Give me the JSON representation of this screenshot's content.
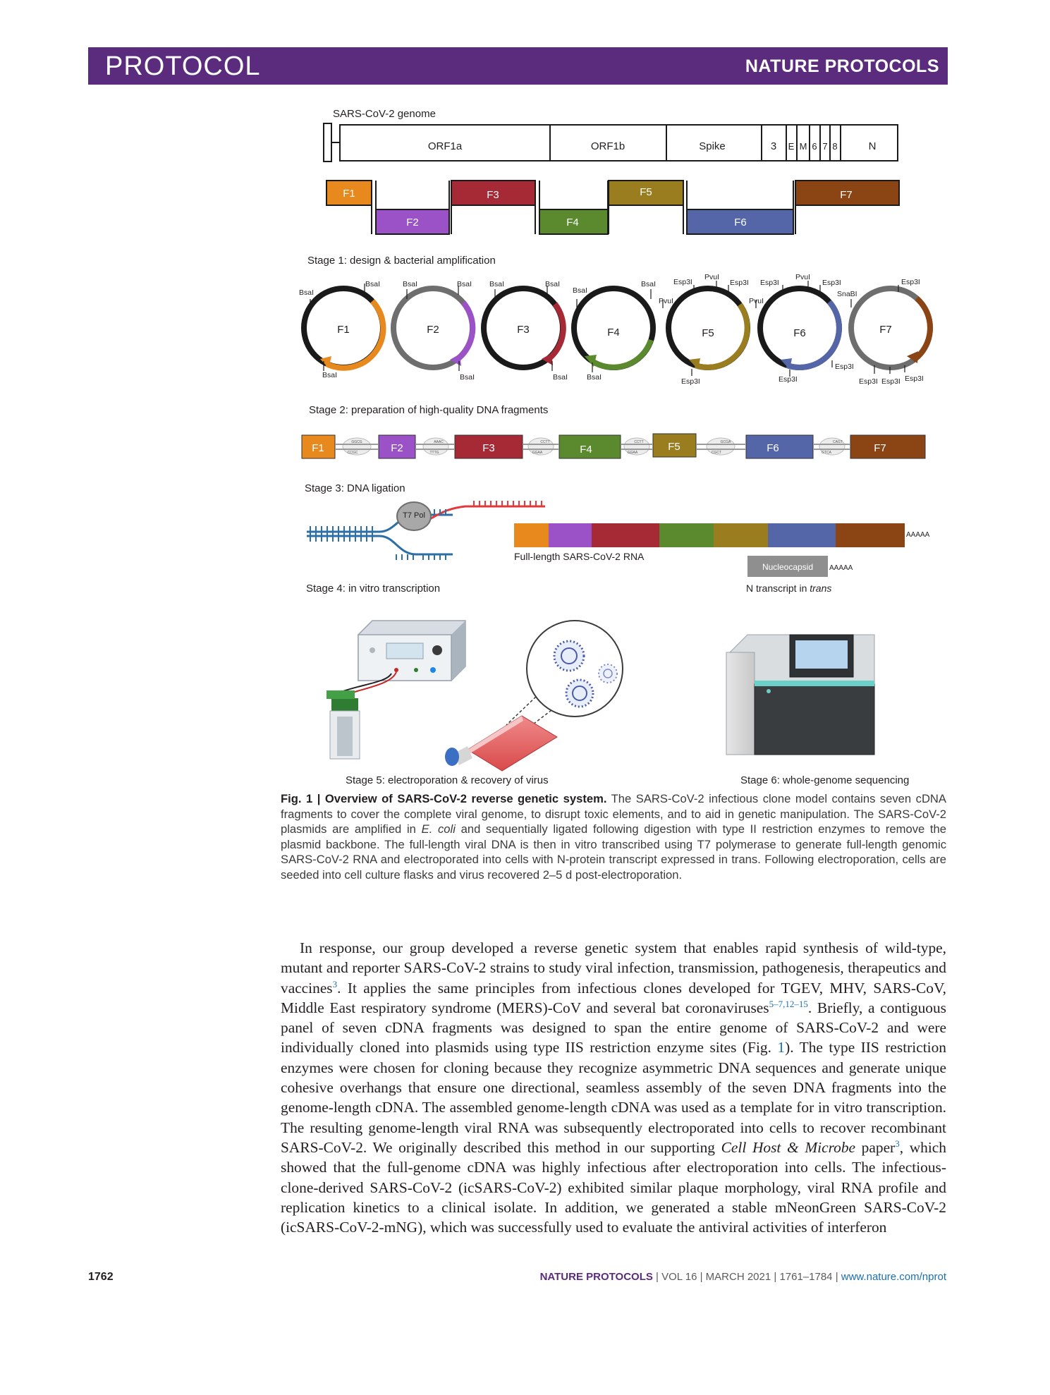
{
  "header": {
    "section": "PROTOCOL",
    "journal": "NATURE PROTOCOLS"
  },
  "figure": {
    "genome_label": "SARS-CoV-2 genome",
    "genome_segments": [
      "ORF1a",
      "ORF1b",
      "Spike",
      "3",
      "E",
      "M",
      "6",
      "7",
      "8",
      "N"
    ],
    "fragments": [
      "F1",
      "F2",
      "F3",
      "F4",
      "F5",
      "F6",
      "F7"
    ],
    "fragment_colors": [
      "#e8891e",
      "#9a52c6",
      "#a52a36",
      "#5b8a2e",
      "#9a7d1e",
      "#5566a8",
      "#8b4515"
    ],
    "stage1": "Stage 1: design & bacterial amplification",
    "stage2": "Stage 2: preparation of high-quality DNA fragments",
    "stage3": "Stage 3: DNA ligation",
    "stage4": "Stage 4: in vitro transcription",
    "stage5": "Stage 5: electroporation & recovery of virus",
    "stage6": "Stage 6: whole-genome sequencing",
    "enzymes": {
      "bsai": "BsaI",
      "esp3i": "Esp3I",
      "pvui": "PvuI",
      "snabi": "SnaBI"
    },
    "t7_pol": "T7 Pol",
    "full_length_rna": "Full-length SARS-CoV-2 RNA",
    "poly_a": "AAAAA",
    "nucleocapsid": "Nucleocapsid",
    "n_transcript_prefix": "N transcript in ",
    "n_transcript_italic": "trans",
    "overhangs": [
      "GGCG",
      "AAAC",
      "CCTT",
      "CCTT",
      "GCGA",
      "CAGT"
    ],
    "overhangs_comp": [
      "CCGC",
      "TTTG",
      "GGAA",
      "GGAA",
      "CGCT",
      "GTCA"
    ]
  },
  "caption": {
    "label": "Fig. 1 | Overview of SARS-CoV-2 reverse genetic system.",
    "text_1": " The SARS-CoV-2 infectious clone model contains seven cDNA fragments to cover the complete viral genome, to disrupt toxic elements, and to aid in genetic manipulation. The SARS-CoV-2 plasmids are amplified in ",
    "italic": "E. coli",
    "text_2": " and sequentially ligated following digestion with type II restriction enzymes to remove the plasmid backbone. The full-length viral DNA is then in vitro transcribed using T7 polymerase to generate full-length genomic SARS-CoV-2 RNA and electroporated into cells with N-protein transcript expressed in trans. Following electroporation, cells are seeded into cell culture flasks and virus recovered 2–5 d post-electroporation."
  },
  "body": {
    "p1": "In response, our group developed a reverse genetic system that enables rapid synthesis of wild-type, mutant and reporter SARS-CoV-2 strains to study viral infection, transmission, pathogenesis, therapeutics and vaccines",
    "ref1": "3",
    "p2": ". It applies the same principles from infectious clones developed for TGEV, MHV, SARS-CoV, Middle East respiratory syndrome (MERS)-CoV and several bat coronaviruses",
    "ref2": "5–7,12–15",
    "p3": ". Briefly, a contiguous panel of seven cDNA fragments was designed to span the entire genome of SARS-CoV-2 and were individually cloned into plasmids using type IIS restriction enzyme sites (Fig. ",
    "fig_ref": "1",
    "p4": "). The type IIS restriction enzymes were chosen for cloning because they recognize asymmetric DNA sequences and generate unique cohesive overhangs that ensure one directional, seamless assembly of the seven DNA fragments into the genome-length cDNA. The assembled genome-length cDNA was used as a template for in vitro transcription. The resulting genome-length viral RNA was subsequently electroporated into cells to recover recombinant SARS-CoV-2. We originally described this method in our supporting ",
    "italic": "Cell Host & Microbe",
    "p5": " paper",
    "ref3": "3",
    "p6": ", which showed that the full-genome cDNA was highly infectious after electroporation into cells. The infectious-clone-derived SARS-CoV-2 (icSARS-CoV-2) exhibited similar plaque morphology, viral RNA profile and replication kinetics to a clinical isolate. In addition, we generated a stable mNeonGreen SARS-CoV-2 (icSARS-CoV-2-mNG), which was successfully used to evaluate the antiviral activities of interferon"
  },
  "footer": {
    "page": "1762",
    "journal": "NATURE PROTOCOLS",
    "sep": " | ",
    "volume": "VOL 16",
    "date": "MARCH 2021",
    "pages": "1761–1784",
    "url": "www.nature.com/nprot"
  }
}
